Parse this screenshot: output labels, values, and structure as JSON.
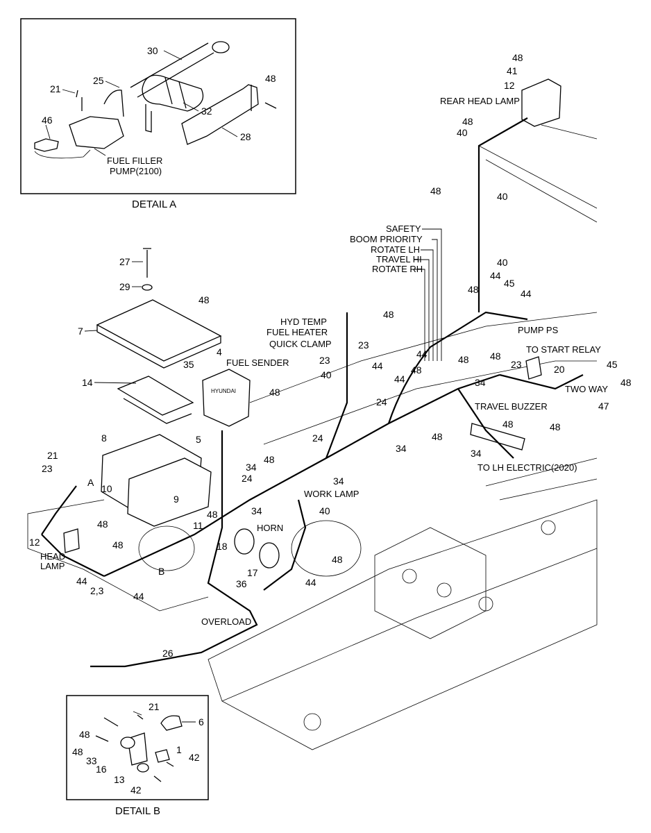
{
  "detail_a": {
    "caption": "DETAIL A",
    "labels": {
      "p30": "30",
      "p25": "25",
      "p21": "21",
      "p48": "48",
      "p46": "46",
      "p32": "32",
      "p28": "28",
      "fuel_filler_line1": "FUEL FILLER",
      "fuel_filler_line2": "PUMP(2100)"
    }
  },
  "detail_b": {
    "caption": "DETAIL B",
    "labels": {
      "p21": "21",
      "p6": "6",
      "p48a": "48",
      "p48b": "48",
      "p33": "33",
      "p1": "1",
      "p16": "16",
      "p42a": "42",
      "p13": "13",
      "p42b": "42"
    }
  },
  "main": {
    "parts": {
      "p27": "27",
      "p29": "29",
      "p48_plate": "48",
      "p7": "7",
      "p4": "4",
      "p35": "35",
      "p14": "14",
      "p8": "8",
      "p5": "5",
      "p21": "21",
      "p23_batt": "23",
      "pA": "A",
      "p10": "10",
      "p9": "9",
      "p48_batt": "48",
      "p11": "11",
      "p48_mid": "48",
      "p12": "12",
      "p48_low": "48",
      "p44_low1": "44",
      "p23_low": "2,3",
      "p44_low2": "44",
      "pB": "B",
      "p34_a": "34",
      "p24_a": "24",
      "p34_b": "34",
      "p48_c": "48",
      "p24_b": "24",
      "p34_c": "34",
      "p24_c": "24",
      "p34_d": "34",
      "p40_work": "40",
      "p18": "18",
      "p17": "17",
      "p36": "36",
      "p44_horn": "44",
      "p48_horn": "48",
      "p26": "26",
      "p48_top": "48",
      "p41": "41",
      "p12_top": "12",
      "p48_rh": "48",
      "p40_rh": "40",
      "p48_r2": "48",
      "p40_r2": "40",
      "p40_r3": "40",
      "p44_r": "44",
      "p45_r": "45",
      "p44_r2": "44",
      "p48_r3": "48",
      "p48_hyd": "48",
      "p23_clamp": "23",
      "p23_sender": "23",
      "p40_sender": "40",
      "p48_sender": "48",
      "p44_m1": "44",
      "p44_m2": "44",
      "p44_m3": "44",
      "p48_m": "48",
      "p48_m2": "48",
      "p48_m3": "48",
      "p34_m": "34",
      "p23_r": "23",
      "p20": "20",
      "p45_r2": "45",
      "p48_r4": "48",
      "p47": "47",
      "p48_r5": "48",
      "p48_r6": "48",
      "p48_r7": "48",
      "p34_r": "34"
    },
    "callouts": {
      "rear_head_lamp": "REAR HEAD LAMP",
      "safety": "SAFETY",
      "boom_priority": "BOOM PRIORITY",
      "rotate_lh": "ROTATE LH",
      "travel_hi": "TRAVEL HI",
      "rotate_rh": "ROTATE RH",
      "hyd_temp": "HYD TEMP",
      "fuel_heater": "FUEL HEATER",
      "quick_clamp": "QUICK CLAMP",
      "fuel_sender": "FUEL SENDER",
      "pump_ps": "PUMP PS",
      "to_start_relay": "TO START RELAY",
      "two_way": "TWO WAY",
      "travel_buzzer": "TRAVEL BUZZER",
      "to_lh_electric": "TO LH ELECTRIC(2020)",
      "work_lamp": "WORK LAMP",
      "horn": "HORN",
      "head_lamp_line1": "HEAD",
      "head_lamp_line2": "LAMP",
      "overload": "OVERLOAD",
      "brand": "HYUNDAI"
    }
  }
}
